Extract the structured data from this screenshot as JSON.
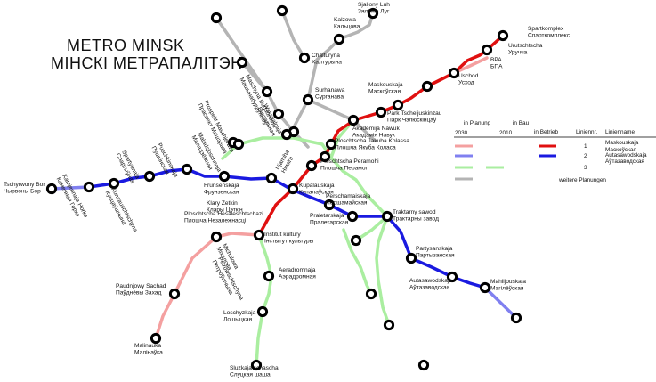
{
  "title": {
    "line1": "METRO MINSK",
    "line2": "МІНСКІ МЕТРАПАЛІТЭН"
  },
  "colors": {
    "red": "#e01010",
    "blue": "#1a1ae0",
    "green": "#aaeea0",
    "grey": "#b4b4b4",
    "planned_red": "#f4a0a0",
    "planned_blue": "#8080f0"
  },
  "legend": {
    "in_planung": "in Planung",
    "in_bau": "in Bau",
    "in_betrieb": "in Betrieb",
    "linien_nr": "Liniennr.",
    "linienname": "Linienname",
    "year_2030": "2030",
    "year_2010": "2010",
    "line1_nr": "1",
    "line1_name_lat": "Maskouskaja",
    "line1_name_cyr": "Маскоўская",
    "line2_nr": "2",
    "line2_name_lat": "Autasawodskaja",
    "line2_name_cyr": "Аўтазаводская",
    "line3_nr": "3",
    "further": "weitere Planungen"
  },
  "stations": {
    "sjaljony_luh": [
      "Sjaljony Luh",
      "Зялёны Луг"
    ],
    "kalzowa": [
      "Kalzowa",
      "Кальцова"
    ],
    "chalturyna": [
      "Chalturyna",
      "Халтурына"
    ],
    "surhanawa": [
      "Surhanawa",
      "Сурганава"
    ],
    "maskouskaja": [
      "Maskouskaja",
      "Маскоўская"
    ],
    "park_tscheljuskinzau": [
      "Park Tscheljuskinzau",
      "Парк Чэлюскінцаў"
    ],
    "akademija_nawuk": [
      "Akademija Nawuk",
      "Акадэмія Навук"
    ],
    "ploschtscha_jakuba_kolassa": [
      "Ploschtscha Jakuba Kolassa",
      "Плошча Якуба Коласа"
    ],
    "ploschtscha_peramohi": [
      "Ploschtscha Peramohi",
      "Плошча Перамогі"
    ],
    "kupalauskaja": [
      "Kupalauskaja",
      "Купалаўская"
    ],
    "perschamaiskaja": [
      "Perschamaiskaja",
      "Першамайская"
    ],
    "praletarskaja": [
      "Praletarskaja",
      "Пралетарская"
    ],
    "traktarny_sawod": [
      "Traktarny sawod",
      "Трактарны завод"
    ],
    "partysanskaja": [
      "Partysanskaja",
      "Партызанская"
    ],
    "autasawodskaja": [
      "Autasawodskaja",
      "Аўтазаводская"
    ],
    "mahiljouskaja": [
      "Mahiljouskaja",
      "Магілёўская"
    ],
    "uschod": [
      "Uschod",
      "Усход"
    ],
    "bpa": [
      "BPA",
      "БПА"
    ],
    "urutschtscha": [
      "Urutschtscha",
      "Уручча"
    ],
    "spartkomplex": [
      "Spartkomplex",
      "Спарткомплекс"
    ],
    "frunsenskaja": [
      "Frunsenskaja",
      "Фрунзенская"
    ],
    "njamiha": [
      "Njamiha",
      "Няміга"
    ],
    "klary_zetkin": [
      "Klary Zetkin",
      "Клары Цэткін"
    ],
    "ploschtscha_hesaleschtschazi": [
      "Ploschtscha Hesaleschtschazi",
      "Плошча Незалежнасці"
    ],
    "institut_kultury": [
      "Institut kultury",
      "Інстытут культуры"
    ],
    "aeradromnaja": [
      "Aeradromnaja",
      "Аэрадромная"
    ],
    "loschyzkaja": [
      "Loschyzkaja",
      "Лошыцкая"
    ],
    "sluzkaja_schascha": [
      "Sluzkaja schascha",
      "Слуцкая шаша"
    ],
    "paudnjowy_sachad": [
      "Paudnjowy Sachad",
      "Паўднёвы Захад"
    ],
    "malinauka": [
      "Malinauka",
      "Малінаўка"
    ],
    "tschyrwony_bor": [
      "Tschyrwony Bor",
      "Чырвоны Бор"
    ],
    "kamjennaja_horka": [
      "Kamjennaja Horka",
      "Каменная Горка"
    ],
    "kunzauschtschyna": [
      "Kunzauschtschyna",
      "Кунцаўшчына"
    ],
    "spartyunaja": [
      "Spartyunaja",
      "Спартыўная"
    ],
    "puschkinskaja": [
      "Puschkinskaja",
      "Пушкінская"
    ],
    "maladsjoschnaja": [
      "Maladsjoschnaja",
      "Маладзёжная"
    ],
    "prospekt_maschjerava": [
      "Prospekt Maschjerava",
      "Праспект Машэрава"
    ],
    "wakssalnaja": [
      "Wakssalnaja",
      "Вакзальная"
    ],
    "maschyna_budaunikou": [
      "Maschyna Budaunikou",
      "Машынабудаўнікоў"
    ],
    "hrushauka": [
      "Hrushauka",
      "Грушаўка"
    ],
    "michalowa": [
      "Michalowa",
      "Міхалова"
    ],
    "petrowschtschyna": [
      "Petrowschtschyna",
      "Петроўшчына"
    ]
  }
}
